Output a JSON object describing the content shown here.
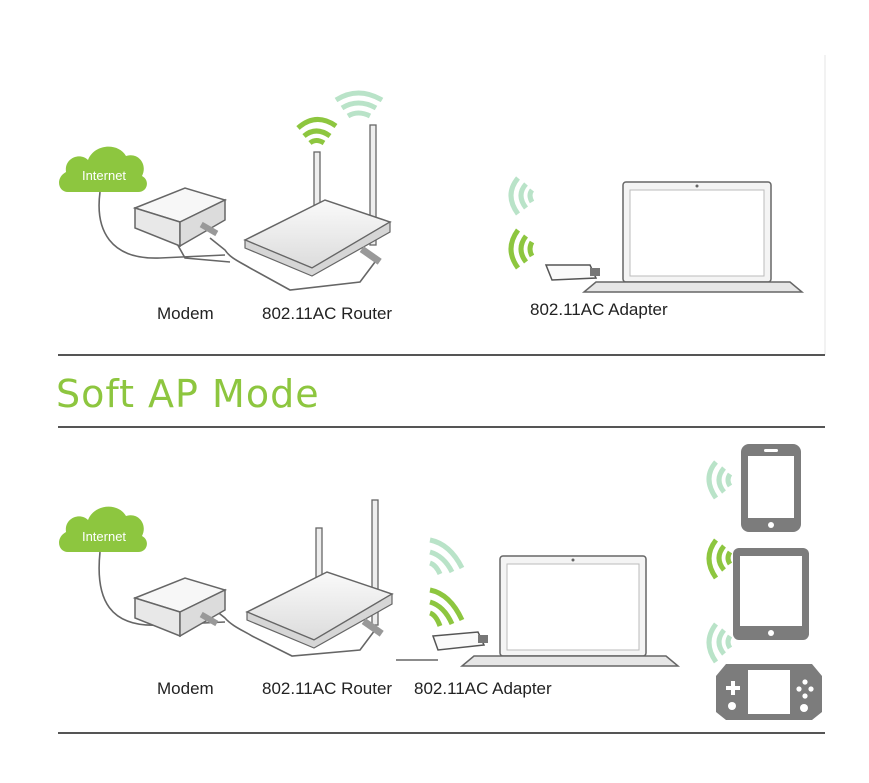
{
  "colors": {
    "green": "#8dc63f",
    "light_green": "#b9e3c8",
    "gray_line": "#555555",
    "device_gray": "#7c7c7c",
    "title_green": "#8dc63f"
  },
  "top_panel": {
    "cloud_label": "Internet",
    "modem_label": "Modem",
    "router_label": "802.11AC Router",
    "adapter_label": "802.11AC Adapter"
  },
  "mode_title": "Soft AP  Mode",
  "bottom_panel": {
    "cloud_label": "Internet",
    "modem_label": "Modem",
    "router_label": "802.11AC Router",
    "adapter_label": "802.11AC Adapter",
    "devices": [
      "phone-icon",
      "tablet-icon",
      "game-console-icon"
    ]
  }
}
